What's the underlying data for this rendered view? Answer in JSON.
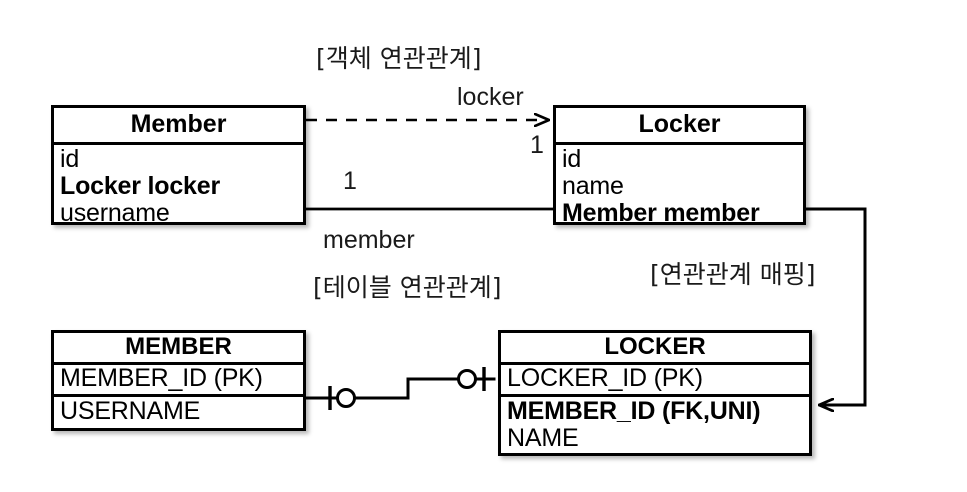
{
  "diagram": {
    "section_labels": {
      "object_relation": "[객체 연관관계]",
      "table_relation": "[테이블 연관관계]",
      "relation_mapping": "[연관관계 매핑]"
    },
    "object_model": {
      "member_class": {
        "title": "Member",
        "fields": [
          {
            "text": "id",
            "bold": false
          },
          {
            "text": "Locker locker",
            "bold": true
          },
          {
            "text": "username",
            "bold": false
          }
        ]
      },
      "locker_class": {
        "title": "Locker",
        "fields": [
          {
            "text": "id",
            "bold": false
          },
          {
            "text": "name",
            "bold": false
          },
          {
            "text": "Member member",
            "bold": true
          }
        ]
      },
      "associations": [
        {
          "name": "locker-association",
          "role_label": "locker",
          "multiplicity": "1",
          "style": "dashed",
          "direction": "member-to-locker"
        },
        {
          "name": "member-association",
          "role_label": "member",
          "multiplicity": "1",
          "style": "solid",
          "direction": "locker-to-member"
        }
      ]
    },
    "table_model": {
      "member_table": {
        "title": "MEMBER",
        "columns": [
          {
            "text": "MEMBER_ID (PK)",
            "bold": false
          },
          {
            "text": "USERNAME",
            "bold": false
          }
        ]
      },
      "locker_table": {
        "title": "LOCKER",
        "columns": [
          {
            "text": "LOCKER_ID (PK)",
            "bold": false
          },
          {
            "text": "MEMBER_ID (FK,UNI)",
            "bold": true
          },
          {
            "text": "NAME",
            "bold": false
          }
        ]
      },
      "relationship": {
        "name": "member-locker-fk",
        "left_cardinality": "one-optional",
        "right_cardinality": "one-optional"
      }
    },
    "colors": {
      "stroke": "#000000",
      "background": "#ffffff",
      "text": "#000000",
      "muted_text": "#1a1a1a"
    }
  }
}
